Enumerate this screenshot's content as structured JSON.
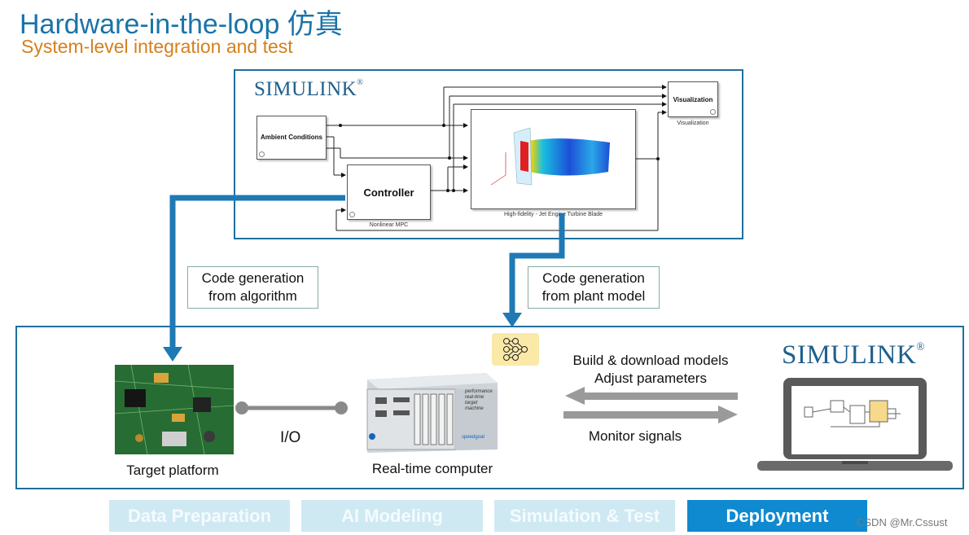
{
  "header": {
    "title": "Hardware-in-the-loop 仿真",
    "subtitle": "System-level integration and test"
  },
  "model": {
    "logo": "SIMULINK",
    "blocks": {
      "ambient": "Ambient Conditions",
      "controller": "Controller",
      "controller_caption": "Nonlinear MPC",
      "plant_caption": "High-fidelity - Jet Engine Turbine Blade",
      "visualization": "Visualization",
      "visualization_caption": "Visualization"
    }
  },
  "callouts": {
    "algorithm": [
      "Code generation",
      "from algorithm"
    ],
    "plant": [
      "Code generation",
      "from plant model"
    ]
  },
  "hil": {
    "target_label": "Target platform",
    "io_label": "I/O",
    "realtime_label": "Real-time computer",
    "machine_text": [
      "performance",
      "real-time",
      "target",
      "machine"
    ],
    "machine_brand": "speedgoat",
    "build_label": [
      "Build & download models",
      "Adjust parameters"
    ],
    "monitor_label": "Monitor signals",
    "laptop_logo": "SIMULINK"
  },
  "workflow": {
    "steps": [
      {
        "label": "Data Preparation",
        "active": false
      },
      {
        "label": "AI Modeling",
        "active": false
      },
      {
        "label": "Simulation & Test",
        "active": false
      },
      {
        "label": "Deployment",
        "active": true
      }
    ]
  },
  "watermark": "CSDN @Mr.Cssust",
  "colors": {
    "title": "#1a73a8",
    "subtitle": "#d4801e",
    "panel_border": "#1f6f9f",
    "flow_arrow": "#1f79b4",
    "step_active": "#0f8ad0",
    "step_inactive": "#cfe9f3"
  }
}
